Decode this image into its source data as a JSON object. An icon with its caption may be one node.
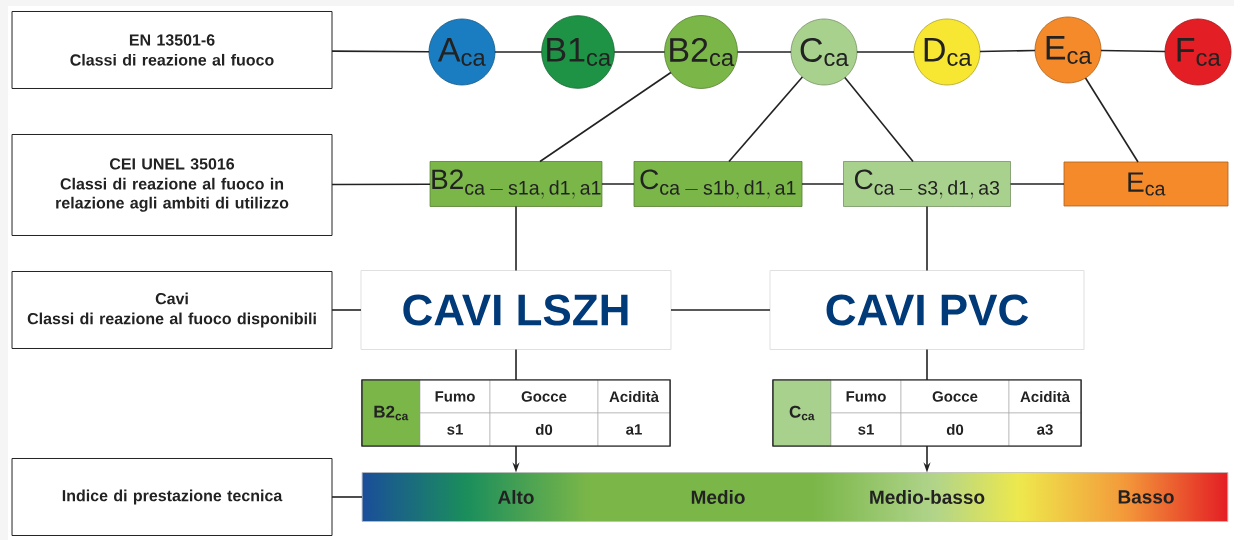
{
  "diagram": {
    "nodes": [
      {
        "text": [
          "EN 13501-6",
          "Classi di reazione al fuoco"
        ]
      },
      {
        "text": [
          "A$_{ca}$"
        ]
      },
      {
        "text": [
          "B1$_{ca}$"
        ]
      },
      {
        "text": [
          "B2$_{ca}$"
        ]
      },
      {
        "text": [
          "C$_{ca}$"
        ]
      },
      {
        "text": [
          "D$_{ca}$"
        ]
      },
      {
        "text": [
          "E$_{ca}$"
        ]
      },
      {
        "text": [
          "F$_{ca}$"
        ]
      },
      {
        "text": [
          "CEI UNEL 35016",
          "Classi di reazione al fuoco in relazione agli ambiti di utilizzo"
        ]
      },
      {
        "text": [
          "\\mathrm{B2}_{\\mathrm{ca\\,-\\,s1a,\\,d1,\\,a1}}"
        ]
      },
      {
        "text": [
          "\\mathrm{C}_{\\mathrm{ca\\,-\\,s1b,\\,d1,\\,a1}}"
        ]
      },
      {
        "text": [
          "\\mathrm{C}_{\\mathrm{ca\\,-\\,s3,\\,d1,\\,a3}}"
        ]
      },
      {
        "text": [
          "E$_{ca}$"
        ]
      },
      {
        "text": [
          "Cavi",
          "Classi di reazione al fuoco disponibili"
        ]
      },
      {
        "text": [
          "CAVI LSZH"
        ]
      },
      {
        "text": [
          "CAVI PVC"
        ]
      },
      {
        "text": [
          "B2$_{ca}$",
          "Fumo",
          "Gocce",
          "Acidità",
          "s1",
          "d0",
          "a1"
        ]
      },
      {
        "text": [
          "C$_{ca}$",
          "Fumo",
          "Gocce",
          "Acidità",
          "s1",
          "d0",
          "a3"
        ]
      },
      {
        "text": [
          "Indice di prestazione tecnica"
        ]
      },
      {
        "text": [
          "Alto",
          "Medio",
          "Medio-basso",
          "Basso"
        ]
      }
    ],
    "edges": [
      {
        "from": 0,
        "to": 1,
        "arrow": "none"
      },
      {
        "from": 1,
        "to": 2,
        "arrow": "none"
      },
      {
        "from": 2,
        "to": 3,
        "arrow": "none"
      },
      {
        "from": 3,
        "to": 4,
        "arrow": "none"
      },
      {
        "from": 4,
        "to": 5,
        "arrow": "none"
      },
      {
        "from": 5,
        "to": 6,
        "arrow": "none"
      },
      {
        "from": 6,
        "to": 7,
        "arrow": "none"
      },
      {
        "from": 3,
        "to": 9,
        "arrow": "none"
      },
      {
        "from": 4,
        "to": 10,
        "arrow": "none"
      },
      {
        "from": 4,
        "to": 11,
        "arrow": "none"
      },
      {
        "from": 6,
        "to": 12,
        "arrow": "none"
      },
      {
        "from": 8,
        "to": 9,
        "arrow": "none"
      },
      {
        "from": 9,
        "to": 10,
        "arrow": "none"
      },
      {
        "from": 10,
        "to": 11,
        "arrow": "none"
      },
      {
        "from": 11,
        "to": 12,
        "arrow": "none"
      },
      {
        "from": 9,
        "to": 14,
        "arrow": "none"
      },
      {
        "from": 11,
        "to": 15,
        "arrow": "none"
      },
      {
        "from": 13,
        "to": 14,
        "arrow": "none"
      },
      {
        "from": 14,
        "to": 15,
        "arrow": "none"
      },
      {
        "from": 14,
        "to": 16,
        "arrow": "none"
      },
      {
        "from": 15,
        "to": 17,
        "arrow": "none"
      },
      {
        "from": 16,
        "to": 19,
        "arrow": "to"
      },
      {
        "from": 17,
        "to": 19,
        "arrow": "to"
      },
      {
        "from": 18,
        "to": 19,
        "arrow": "none"
      }
    ]
  }
}
